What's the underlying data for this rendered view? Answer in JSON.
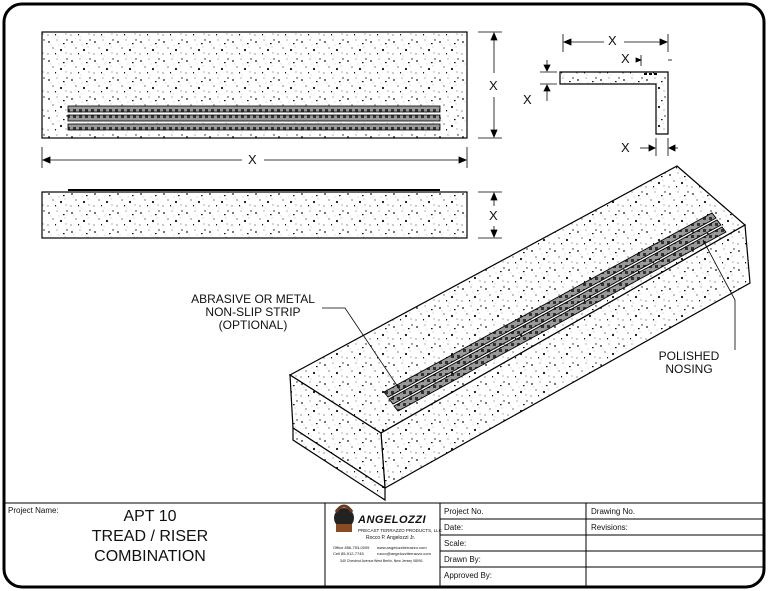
{
  "drawing": {
    "dimension_label": "X",
    "callout_strip": [
      "ABRASIVE OR METAL",
      "NON-SLIP STRIP",
      "(OPTIONAL)"
    ],
    "callout_nosing": [
      "POLISHED",
      "NOSING"
    ]
  },
  "title_block": {
    "project_name_label": "Project Name:",
    "project_title": [
      "APT 10",
      "TREAD / RISER",
      "COMBINATION"
    ],
    "logo": {
      "company": "ANGELOZZI",
      "subtitle": "PRECAST TERRAZZO PRODUCTS, LLC",
      "person": "Rocco P. Angelozzi Jr.",
      "contact_left": [
        "Office 856-753-0009",
        "Cell 85-912-7745"
      ],
      "contact_right": [
        "www.angelozziterrazzo.com",
        "rocco@angelozziterrazzo.com"
      ],
      "address_left": "340 Chestnut Avenue",
      "address_right": "West Berlin, New Jersey 08091"
    },
    "fields": [
      "Project No.",
      "Date:",
      "Scale:",
      "Drawn By:",
      "Approved By:"
    ],
    "right_fields": [
      "Drawing No.",
      "Revisions:"
    ]
  }
}
